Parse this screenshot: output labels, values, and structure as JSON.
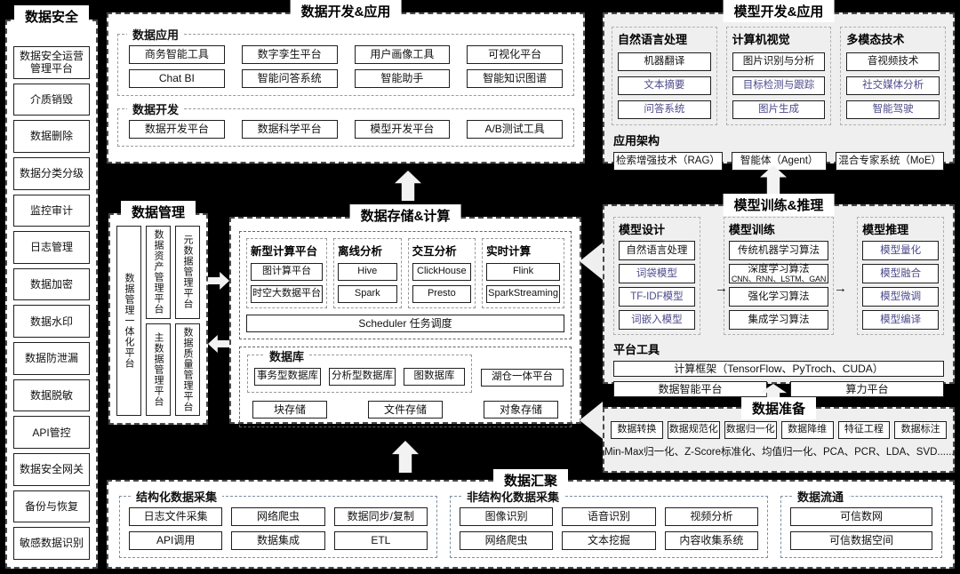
{
  "colors": {
    "accent_text": "#4c4a8a",
    "panel_gray": "#efefef",
    "background": "#000000"
  },
  "security": {
    "title": "数据安全",
    "items": [
      "数据安全运营管理平台",
      "介质销毁",
      "数据删除",
      "数据分类分级",
      "监控审计",
      "日志管理",
      "数据加密",
      "数据水印",
      "数据防泄漏",
      "数据脱敏",
      "API管控",
      "数据安全网关",
      "备份与恢复",
      "敏感数据识别"
    ]
  },
  "dev_app": {
    "title": "数据开发&应用",
    "app_group": {
      "label": "数据应用",
      "items": [
        "商务智能工具",
        "数字孪生平台",
        "用户画像工具",
        "可视化平台",
        "Chat BI",
        "智能问答系统",
        "智能助手",
        "智能知识图谱"
      ]
    },
    "dev_group": {
      "label": "数据开发",
      "items": [
        "数据开发平台",
        "数据科学平台",
        "模型开发平台",
        "A/B测试工具"
      ]
    }
  },
  "model_app": {
    "title": "模型开发&应用",
    "columns": [
      {
        "label": "自然语言处理",
        "items": [
          "机器翻译",
          {
            "t": "文本摘要",
            "c": 1
          },
          {
            "t": "问答系统",
            "c": 1
          }
        ]
      },
      {
        "label": "计算机视觉",
        "items": [
          "图片识别与分析",
          {
            "t": "目标检测与跟踪",
            "c": 1
          },
          {
            "t": "图片生成",
            "c": 1
          }
        ]
      },
      {
        "label": "多模态技术",
        "items": [
          "音视频技术",
          {
            "t": "社交媒体分析",
            "c": 1
          },
          {
            "t": "智能驾驶",
            "c": 1
          }
        ]
      }
    ],
    "arch": {
      "label": "应用架构",
      "items": [
        "检索增强技术（RAG）",
        "智能体（Agent）",
        "混合专家系统（MoE）"
      ]
    }
  },
  "management": {
    "title": "数据管理",
    "main": "数据管理一体化平台",
    "items": [
      "数据资产管理平台",
      "元数据管理平台",
      "主数据管理平台",
      "数据质量管理平台"
    ]
  },
  "storage": {
    "title": "数据存储&计算",
    "columns": [
      {
        "label": "新型计算平台",
        "items": [
          "图计算平台",
          "时空大数据平台"
        ]
      },
      {
        "label": "离线分析",
        "items": [
          "Hive",
          "Spark"
        ]
      },
      {
        "label": "交互分析",
        "items": [
          "ClickHouse",
          "Presto"
        ]
      },
      {
        "label": "实时计算",
        "items": [
          "Flink",
          "SparkStreaming"
        ]
      }
    ],
    "scheduler": "Scheduler 任务调度",
    "db": {
      "label": "数据库",
      "items": [
        "事务型数据库",
        "分析型数据库",
        "图数据库"
      ]
    },
    "lake": "湖仓一体平台",
    "tiers": [
      "块存储",
      "文件存储",
      "对象存储"
    ]
  },
  "training": {
    "title": "模型训练&推理",
    "columns": [
      {
        "label": "模型设计",
        "items": [
          "自然语言处理",
          {
            "t": "词袋模型",
            "c": 1
          },
          {
            "t": "TF-IDF模型",
            "c": 1
          },
          {
            "t": "词嵌入模型",
            "c": 1
          }
        ]
      },
      {
        "label": "模型训练",
        "items": [
          "传统机器学习算法",
          {
            "t": "深度学习算法",
            "s": "CNN、RNN、LSTM、GAN"
          },
          "强化学习算法",
          "集成学习算法"
        ]
      },
      {
        "label": "模型推理",
        "items": [
          {
            "t": "模型量化",
            "c": 1
          },
          {
            "t": "模型融合",
            "c": 1
          },
          {
            "t": "模型微调",
            "c": 1
          },
          {
            "t": "模型编译",
            "c": 1
          }
        ]
      }
    ],
    "platform": {
      "label": "平台工具",
      "framework": "计算框架（TensorFlow、PyTroch、CUDA）",
      "items": [
        "数据智能平台",
        "算力平台"
      ]
    }
  },
  "preparation": {
    "title": "数据准备",
    "items": [
      "数据转换",
      "数据规范化",
      "数据归一化",
      "数据降维",
      "特征工程",
      "数据标注"
    ],
    "note": "Min-Max归一化、Z-Score标准化、均值归一化、PCA、PCR、LDA、SVD......"
  },
  "aggregation": {
    "title": "数据汇聚",
    "groups": [
      {
        "label": "结构化数据采集",
        "items": [
          "日志文件采集",
          "网络爬虫",
          "数据同步/复制",
          "API调用",
          "数据集成",
          "ETL"
        ]
      },
      {
        "label": "非结构化数据采集",
        "items": [
          "图像识别",
          "语音识别",
          "视频分析",
          "网络爬虫",
          "文本挖掘",
          "内容收集系统"
        ]
      },
      {
        "label": "数据流通",
        "items": [
          "可信数网",
          "可信数据空间"
        ]
      }
    ]
  }
}
